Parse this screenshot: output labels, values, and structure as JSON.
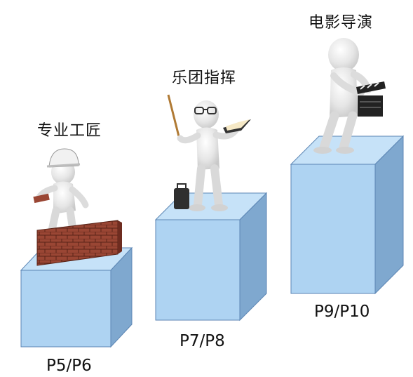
{
  "tiers": [
    {
      "role": "专业工匠",
      "level": "P5/P6",
      "figure": "bricklayer-figure"
    },
    {
      "role": "乐团指挥",
      "level": "P7/P8",
      "figure": "conductor-figure"
    },
    {
      "role": "电影导演",
      "level": "P9/P10",
      "figure": "film-director-figure"
    }
  ],
  "colors": {
    "box_front": "#aed3f2",
    "box_top": "#c6e2f8",
    "box_side": "#7fa8cf",
    "box_edge": "#5c86b4",
    "figure": "#e8e8e8",
    "brick": "#8b3a2a"
  }
}
